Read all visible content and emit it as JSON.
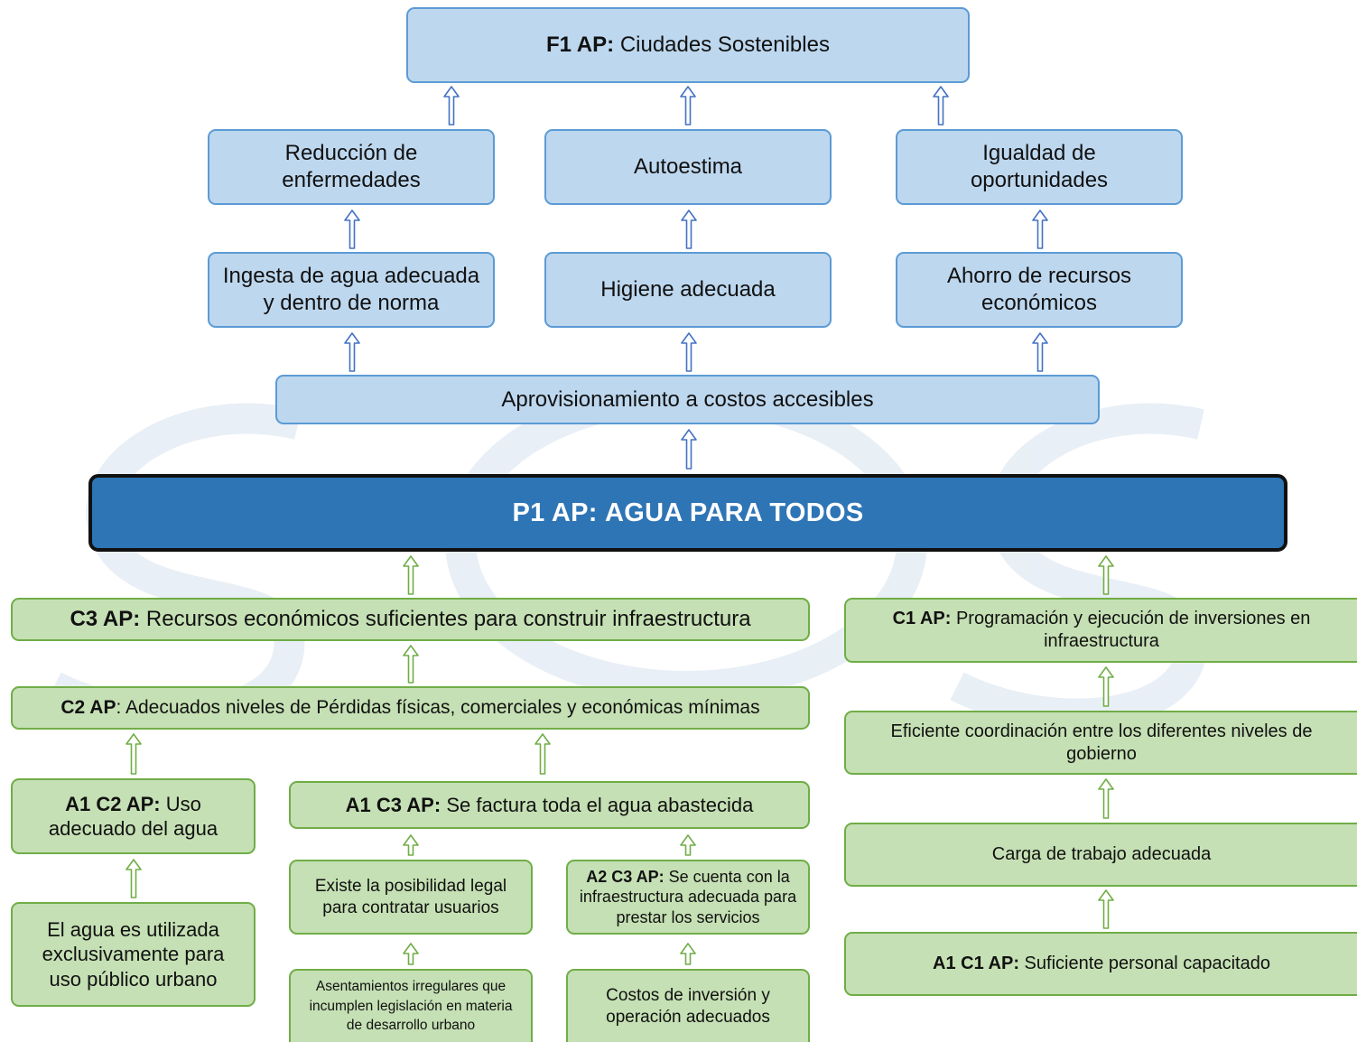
{
  "colors": {
    "blue_fill": "#bdd7ee",
    "blue_border": "#5b9bd5",
    "green_fill": "#c5e0b4",
    "green_border": "#70ad47",
    "core_fill": "#2e75b6",
    "arrow_blue": "#4472c4",
    "arrow_green": "#70ad47"
  },
  "ends": {
    "f1": {
      "label": "F1 AP:",
      "text": "Ciudades Sostenibles"
    },
    "reduccion": "Reducción de enfermedades",
    "autoestima": "Autoestima",
    "igualdad": "Igualdad de oportunidades",
    "ingesta": "Ingesta de agua adecuada y dentro de norma",
    "higiene": "Higiene adecuada",
    "ahorro": "Ahorro de recursos económicos",
    "aprovisionamiento": "Aprovisionamiento a costos accesibles"
  },
  "purpose": {
    "label": "P1 AP:",
    "text": "AGUA PARA TODOS"
  },
  "means": {
    "c3": {
      "label": "C3 AP:",
      "text": "Recursos económicos suficientes para construir infraestructura"
    },
    "c2": {
      "label": "C2 AP",
      "text": ": Adecuados niveles de Pérdidas físicas, comerciales y económicas mínimas"
    },
    "a1c2": {
      "label": "A1 C2 AP:",
      "text": "Uso adecuado del agua"
    },
    "uso_publico": "El agua es utilizada exclusivamente para uso público urbano",
    "a1c3": {
      "label": "A1 C3 AP:",
      "text": "Se factura toda el agua abastecida"
    },
    "posibilidad_legal": "Existe la posibilidad legal para contratar usuarios",
    "a2c3": {
      "label": "A2 C3 AP:",
      "text": "Se cuenta con la infraestructura adecuada para prestar los servicios"
    },
    "asentamientos": "Asentamientos irregulares que incumplen legislación en materia de desarrollo urbano",
    "costos": "Costos de inversión y operación adecuados",
    "c1": {
      "label": "C1 AP:",
      "text": "Programación y ejecución de inversiones en infraestructura"
    },
    "coordinacion": "Eficiente coordinación entre los diferentes niveles de gobierno",
    "carga": "Carga de trabajo adecuada",
    "a1c1": {
      "label": "A1 C1 AP:",
      "text": "Suficiente personal capacitado"
    }
  }
}
